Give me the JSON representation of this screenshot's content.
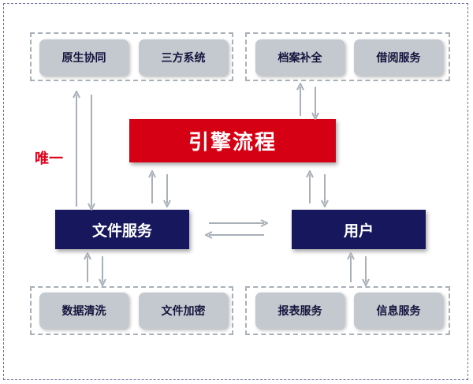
{
  "top_left_group": [
    "原生协同",
    "三方系统"
  ],
  "top_right_group": [
    "档案补全",
    "借阅服务"
  ],
  "engine": "引擎流程",
  "unique_label": "唯一",
  "file_service": "文件服务",
  "user": "用户",
  "bottom_left_group": [
    "数据清洗",
    "文件加密"
  ],
  "bottom_right_group": [
    "报表服务",
    "信息服务"
  ],
  "colors": {
    "engine_red": "#d60014",
    "navy": "#16175c",
    "chip_gray": "#c3c9cf",
    "arrow_gray": "#a9b0b8",
    "label_red": "#e0001a"
  }
}
